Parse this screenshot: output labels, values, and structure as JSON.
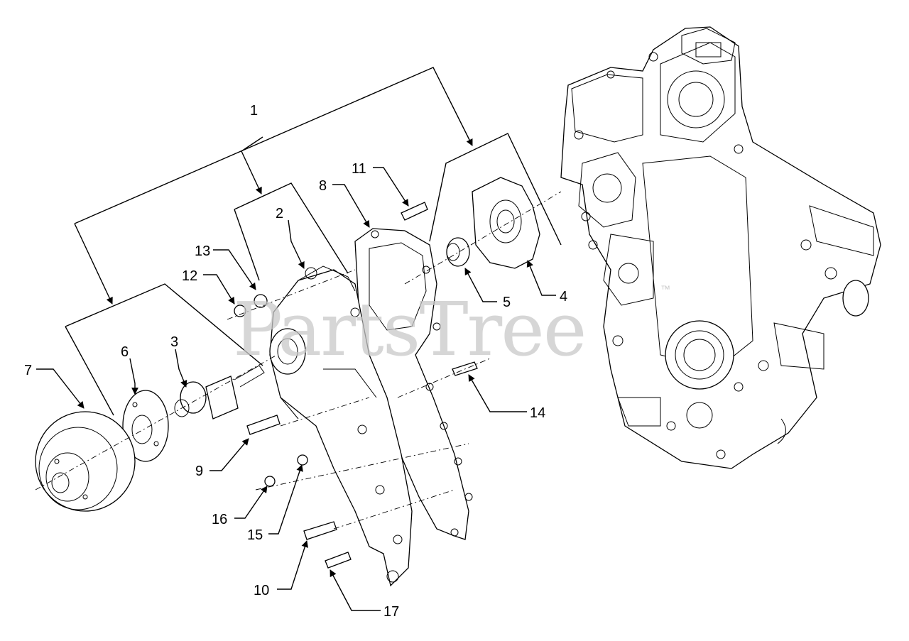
{
  "diagram": {
    "watermark": "PartsTree",
    "watermark_mark": "™",
    "callouts": [
      "1",
      "2",
      "3",
      "4",
      "5",
      "6",
      "7",
      "8",
      "9",
      "10",
      "11",
      "12",
      "13",
      "14",
      "15",
      "16",
      "17"
    ]
  }
}
